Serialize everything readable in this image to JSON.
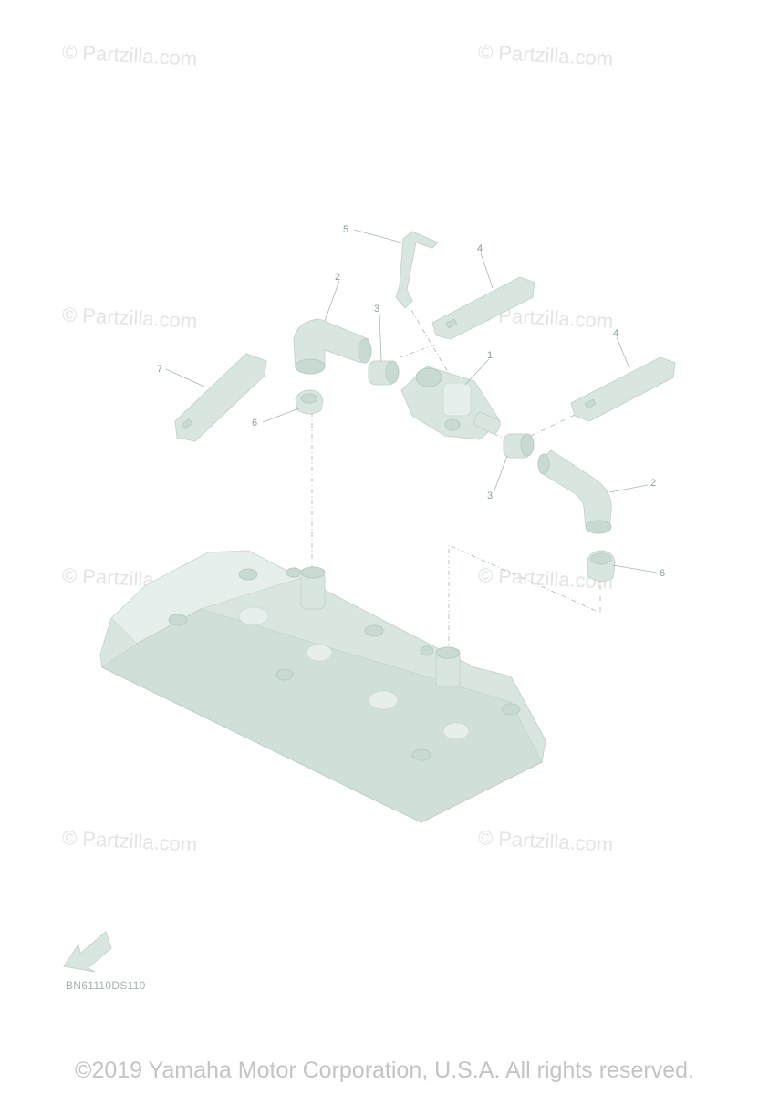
{
  "watermark": {
    "text": "© Partzilla.com"
  },
  "callouts": {
    "c1": "1",
    "c2a": "2",
    "c2b": "2",
    "c3a": "3",
    "c3b": "3",
    "c4a": "4",
    "c4b": "4",
    "c5": "5",
    "c6a": "6",
    "c6b": "6",
    "c7": "7"
  },
  "diagram_code": "BN61110DS110",
  "copyright": "©2019 Yamaha Motor Corporation, U.S.A. All rights reserved.",
  "colors": {
    "part_fill": "#d9e6e0",
    "watermark": "#e4e4e4",
    "copyright": "#c4c4c4"
  },
  "icons": {
    "direction_arrow": "front-arrow-icon"
  }
}
